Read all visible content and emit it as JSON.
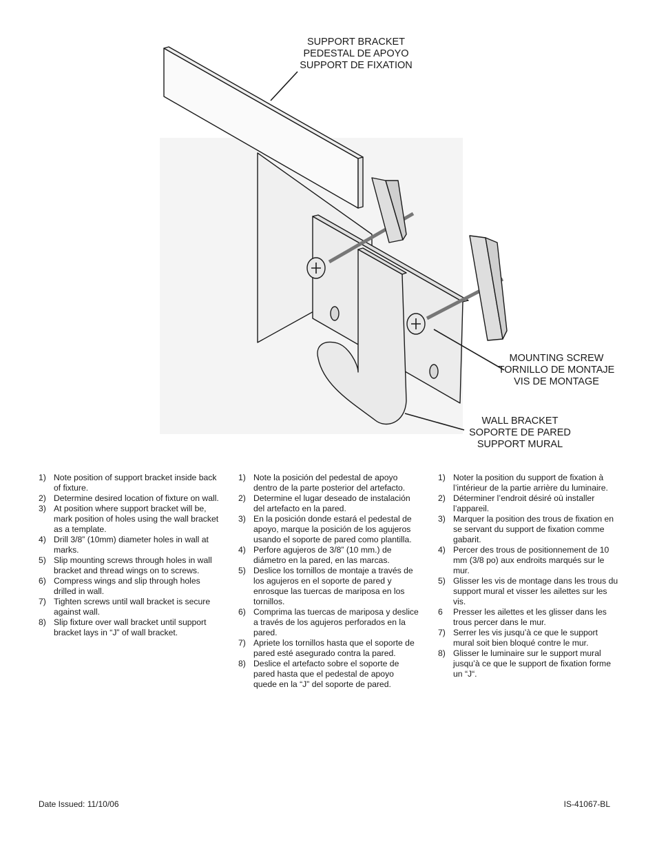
{
  "callouts": {
    "support_bracket": [
      "SUPPORT BRACKET",
      "PEDESTAL DE APOYO",
      "SUPPORT DE FIXATION"
    ],
    "mounting_screw": [
      "MOUNTING SCREW",
      "TORNILLO DE MONTAJE",
      "VIS DE MONTAGE"
    ],
    "wall_bracket": [
      "WALL BRACKET",
      "SOPORTE DE PARED",
      "SUPPORT MURAL"
    ]
  },
  "instructions": {
    "en": [
      {
        "num": "1)",
        "text": "Note position of support bracket inside back of fixture."
      },
      {
        "num": "2)",
        "text": "Determine desired location of fixture on wall."
      },
      {
        "num": "3)",
        "text": "At position where support bracket will be, mark position of holes using the wall bracket as a template."
      },
      {
        "num": "4)",
        "text": "Drill 3/8” (10mm) diameter holes in wall at marks."
      },
      {
        "num": "5)",
        "text": "Slip mounting screws through holes in wall bracket and thread wings on to screws."
      },
      {
        "num": "6)",
        "text": "Compress wings and slip through holes drilled in wall."
      },
      {
        "num": "7)",
        "text": "Tighten screws until wall bracket is secure against wall."
      },
      {
        "num": "8)",
        "text": "Slip fixture over wall bracket until support bracket lays in “J” of wall bracket."
      }
    ],
    "es": [
      {
        "num": "1)",
        "text": "Note la posición del pedestal de apoyo dentro de la parte posterior del artefacto."
      },
      {
        "num": "2)",
        "text": "Determine el lugar deseado de instalación del artefacto en la pared."
      },
      {
        "num": "3)",
        "text": "En la posición donde estará el pedestal de apoyo, marque la posición de los agujeros usando el soporte de pared como plantilla."
      },
      {
        "num": "4)",
        "text": "Perfore agujeros de 3/8” (10 mm.) de diámetro en la pared, en las marcas."
      },
      {
        "num": "5)",
        "text": "Deslice los tornillos de montaje a través de los agujeros en el soporte de pared y enrosque las tuercas de mariposa en los tornillos."
      },
      {
        "num": "6)",
        "text": "Comprima las tuercas de mariposa y deslice a través de los agujeros perforados en la pared."
      },
      {
        "num": "7)",
        "text": "Apriete los tornillos hasta que el soporte de pared esté asegurado contra la pared."
      },
      {
        "num": "8)",
        "text": "Deslice el artefacto sobre el soporte de pared hasta que el pedestal de apoyo quede en la “J” del soporte de pared."
      }
    ],
    "fr": [
      {
        "num": "1)",
        "text": "Noter la position du support de fixation à l’intérieur de la partie arrière du luminaire."
      },
      {
        "num": "2)",
        "text": "Déterminer l’endroit désiré où installer l’appareil."
      },
      {
        "num": "3)",
        "text": "Marquer la position des trous de fixation en se servant du support de fixation comme gabarit."
      },
      {
        "num": "4)",
        "text": "Percer des trous de positionnement de 10 mm (3/8 po) aux endroits marqués sur le mur."
      },
      {
        "num": "5)",
        "text": "Glisser les vis de montage dans les trous du support mural et visser les ailettes sur les vis."
      },
      {
        "num": "6",
        "text": "Presser les ailettes et les glisser dans les trous percer dans le mur."
      },
      {
        "num": "7)",
        "text": "Serrer les vis jusqu’à ce que le support mural soit bien bloqué contre le mur."
      },
      {
        "num": "8)",
        "text": "Glisser le luminaire sur le support mural jusqu’à ce que le support de fixation forme un “J“."
      }
    ]
  },
  "footer": {
    "date": "Date Issued: 11/10/06",
    "code": "IS-41067-BL"
  }
}
